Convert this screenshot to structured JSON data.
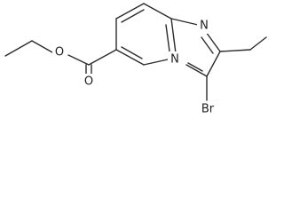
{
  "molecule": {
    "atoms": {
      "N1": "N",
      "N2": "N",
      "O1": "O",
      "O2": "O",
      "Br": "Br"
    }
  }
}
